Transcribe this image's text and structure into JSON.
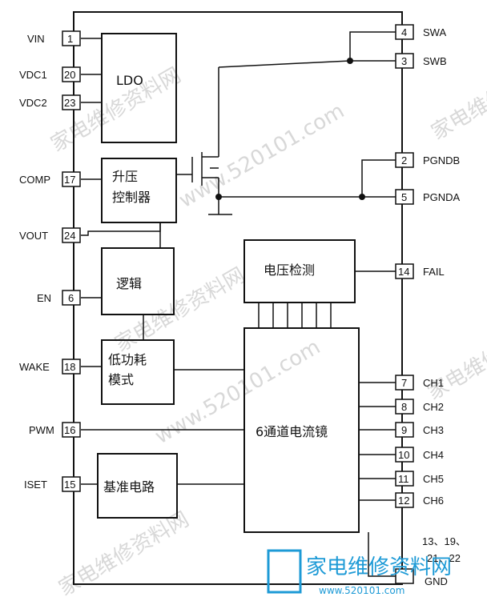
{
  "pins_left": [
    {
      "number": "1",
      "label": "VIN"
    },
    {
      "number": "20",
      "label": "VDC1"
    },
    {
      "number": "23",
      "label": "VDC2"
    },
    {
      "number": "17",
      "label": "COMP"
    },
    {
      "number": "24",
      "label": "VOUT"
    },
    {
      "number": "6",
      "label": "EN"
    },
    {
      "number": "18",
      "label": "WAKE"
    },
    {
      "number": "16",
      "label": "PWM"
    },
    {
      "number": "15",
      "label": "ISET"
    }
  ],
  "pins_right": [
    {
      "number": "4",
      "label": "SWA"
    },
    {
      "number": "3",
      "label": "SWB"
    },
    {
      "number": "2",
      "label": "PGNDB"
    },
    {
      "number": "5",
      "label": "PGNDA"
    },
    {
      "number": "14",
      "label": "FAIL"
    },
    {
      "number": "7",
      "label": "CH1"
    },
    {
      "number": "8",
      "label": "CH2"
    },
    {
      "number": "9",
      "label": "CH3"
    },
    {
      "number": "10",
      "label": "CH4"
    },
    {
      "number": "11",
      "label": "CH5"
    },
    {
      "number": "12",
      "label": "CH6"
    }
  ],
  "gnd": {
    "numbers_line1": "13、19、",
    "numbers_line2": "21、22",
    "label": "GND"
  },
  "blocks": {
    "ldo": "LDO",
    "boost_line1": "升压",
    "boost_line2": "控制器",
    "logic": "逻辑",
    "lowpower_line1": "低功耗",
    "lowpower_line2": "模式",
    "reference": "基准电路",
    "voltage_detect": "电压检测",
    "current_mirror": "6通道电流镜"
  },
  "watermark": {
    "text": "家电维修资料网",
    "site": "www.520101.com",
    "logo_text": "家电维修资料网",
    "logo_site": "www.520101.com"
  }
}
